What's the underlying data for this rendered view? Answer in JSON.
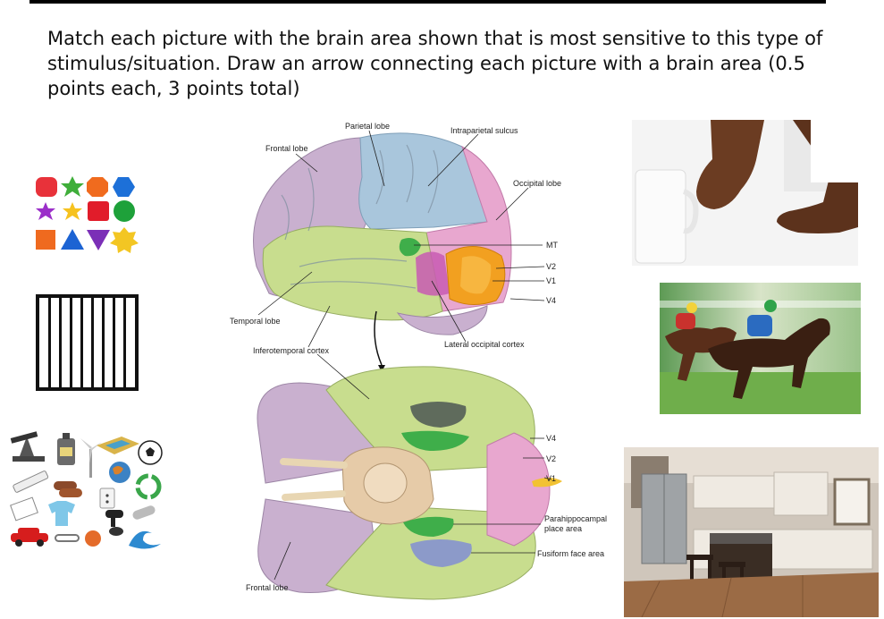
{
  "instructions": "Match each picture with the brain area shown that is most sensitive to this type of stimulus/situation. Draw an arrow connecting each picture with a brain area (0.5 points each, 3 points total)",
  "brain_labels": {
    "parietal": "Parietal lobe",
    "intraparietal": "Intraparietal sulcus",
    "frontal_top": "Frontal lobe",
    "occipital": "Occipital lobe",
    "mt": "MT",
    "v2_top": "V2",
    "v1_top": "V1",
    "v4_top": "V4",
    "temporal": "Temporal lobe",
    "lateral_occipital": "Lateral occipital cortex",
    "inferotemporal": "Inferotemporal cortex",
    "v4_bottom": "V4",
    "v2_bottom": "V2",
    "v1_bottom": "V1",
    "parahippocampal_1": "Parahippocampal",
    "parahippocampal_2": "place area",
    "fusiform": "Fusiform face area",
    "frontal_bottom": "Frontal lobe"
  },
  "pictures": {
    "shapes": "colored-shapes-grid",
    "bars": "vertical-bars-grating",
    "objects": "assorted-object-icons",
    "hands": "hands-and-cup-photo",
    "horses": "racing-horses-photo",
    "kitchen": "kitchen-interior-photo"
  },
  "colors": {
    "frontal": "#c9b0cf",
    "parietal": "#a9c6dc",
    "occipital": "#e8a7cf",
    "temporal": "#c8dd8e",
    "v1v2": "#f2a020",
    "mt": "#3fae4a",
    "ffa": "#8c9ac9",
    "ppa": "#3fae4a"
  }
}
